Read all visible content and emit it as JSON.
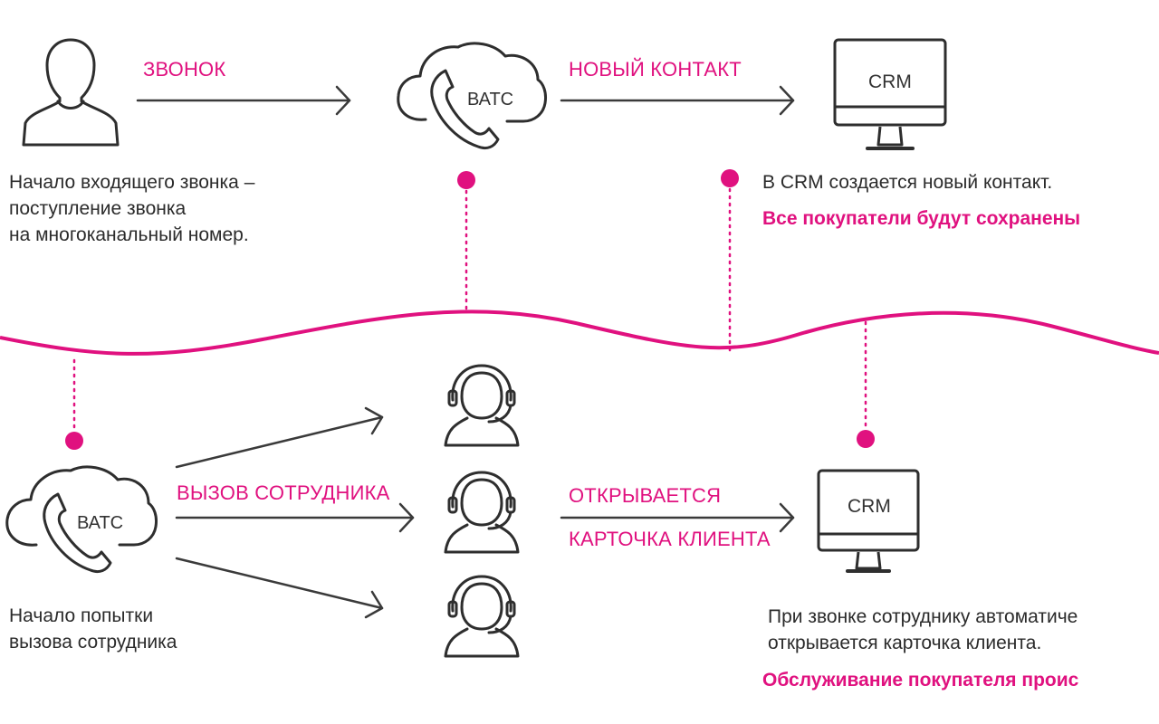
{
  "colors": {
    "accent": "#e0117f",
    "stroke": "#2e2e2e",
    "text": "#2b2b2b"
  },
  "top": {
    "caller_icon": "user-icon",
    "call_label": "ЗВОНОК",
    "vats": {
      "icon": "cloud-phone-icon",
      "label": "ВАТС"
    },
    "new_contact_label": "НОВЫЙ КОНТАКТ",
    "crm": {
      "icon": "monitor-icon",
      "label": "CRM"
    },
    "caller_desc": [
      "Начало входящего звонка –",
      "поступление звонка",
      "на многоканальный номер."
    ],
    "crm_desc": "В CRM создается новый контакт.",
    "crm_accent": "Все покупатели будут сохранены"
  },
  "bottom": {
    "vats": {
      "icon": "cloud-phone-icon",
      "label": "ВАТС"
    },
    "call_employee_label": "ВЫЗОВ СОТРУДНИКА",
    "operators": [
      {
        "icon": "headset-operator-icon"
      },
      {
        "icon": "headset-operator-icon"
      },
      {
        "icon": "headset-operator-icon"
      }
    ],
    "opens_label_1": "ОТКРЫВАЕТСЯ",
    "opens_label_2": "КАРТОЧКА КЛИЕНТА",
    "crm": {
      "icon": "monitor-icon",
      "label": "CRM"
    },
    "vats_desc": [
      "Начало попытки",
      "вызова сотрудника"
    ],
    "crm_desc": [
      "При звонке сотруднику автоматиче",
      "открывается карточка клиента."
    ],
    "crm_accent": "Обслуживание покупателя проис"
  }
}
